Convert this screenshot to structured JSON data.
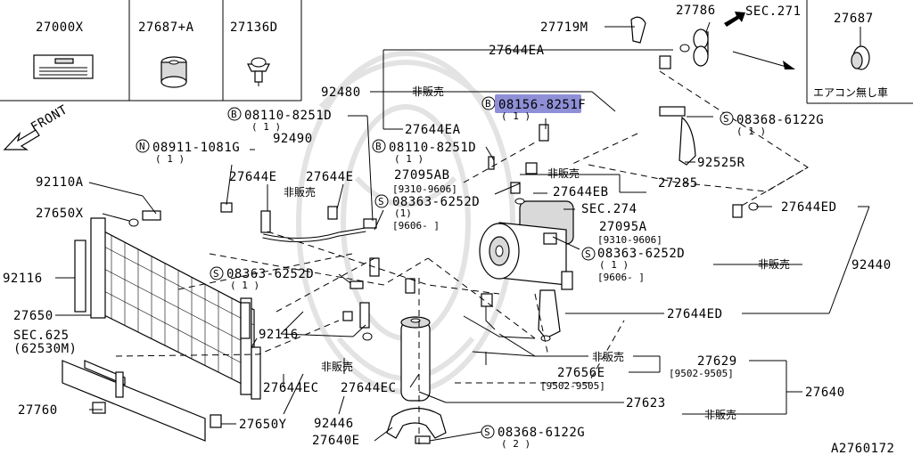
{
  "colors": {
    "highlight": "#8f8fd8",
    "ink": "#000000",
    "watermark": "#e3e3e3"
  },
  "boxes": [
    {
      "part": "27000X"
    },
    {
      "part": "27687+A"
    },
    {
      "part": "27136D"
    }
  ],
  "inset": {
    "part": "27687",
    "note": "エアコン無し車"
  },
  "front": "FRONT",
  "sec271": "SEC.271",
  "sec274": "SEC.274",
  "sec625": {
    "line1": "SEC.625",
    "line2": "(62530M)"
  },
  "diagram_code": "A2760172",
  "callouts": {
    "p27719M": "27719M",
    "p27786": "27786",
    "p27644EA_top": "27644EA",
    "p92480": "92480",
    "p92480_note": "非販売",
    "b08156": "08156-8251F",
    "b08156_qty": "( 1 )",
    "b08110_top": "08110-8251D",
    "b08110_top_qty": "( 1 )",
    "p92490": "92490",
    "p27644EA_mid": "27644EA",
    "n08911": "08911-1081G",
    "n08911_qty": "( 1 )",
    "b08110_mid": "08110-8251D",
    "b08110_mid_qty": "( 1 )",
    "s08368_right": "08368-6122G",
    "s08368_right_qty": "( 1 )",
    "p92525R": "92525R",
    "p27644E_a": "27644E",
    "p27644E_b": "27644E",
    "p_nonsale_left": "非販売",
    "p27095AB": "27095AB",
    "p27095AB_range": "[9310-9606]",
    "p_nonsale_mid": "非販売",
    "p27644EB": "27644EB",
    "p27285": "27285",
    "p92110A": "92110A",
    "p27650X": "27650X",
    "s08363_a": "08363-6252D",
    "s08363_a_qty": "(1)",
    "s08363_a_range": "[9606-   ]",
    "p27095A": "27095A",
    "p27095A_range": "[9310-9606]",
    "p27644ED_right": "27644ED",
    "s08363_b": "08363-6252D",
    "s08363_b_qty": "( 1 )",
    "s08363_b_range": "[9606-   ]",
    "p92116_left": "92116",
    "s08363_c": "08363-6252D",
    "s08363_c_qty": "( 1 )",
    "p_nonsale_right": "非販売",
    "p92440": "92440",
    "p27650": "27650",
    "p27644ED_mid": "27644ED",
    "p92116_right": "92116",
    "p_nonsale_629": "非販売",
    "p27629": "27629",
    "p27656E": "27656E",
    "p27656E_range": "[9502-9505]",
    "p27629_range": "[9502-9505]",
    "p_nonsale_bottom": "非販売",
    "p27644EC_a": "27644EC",
    "p27644EC_b": "27644EC",
    "p27640": "27640",
    "p27760": "27760",
    "p27623": "27623",
    "p_nonsale_623": "非販売",
    "p92446": "92446",
    "p27650Y": "27650Y",
    "p27640E": "27640E",
    "s08368_bottom": "08368-6122G",
    "s08368_bottom_qty": "( 2 )"
  },
  "markers": {
    "bolt": "B",
    "nut": "N",
    "screw": "S"
  }
}
